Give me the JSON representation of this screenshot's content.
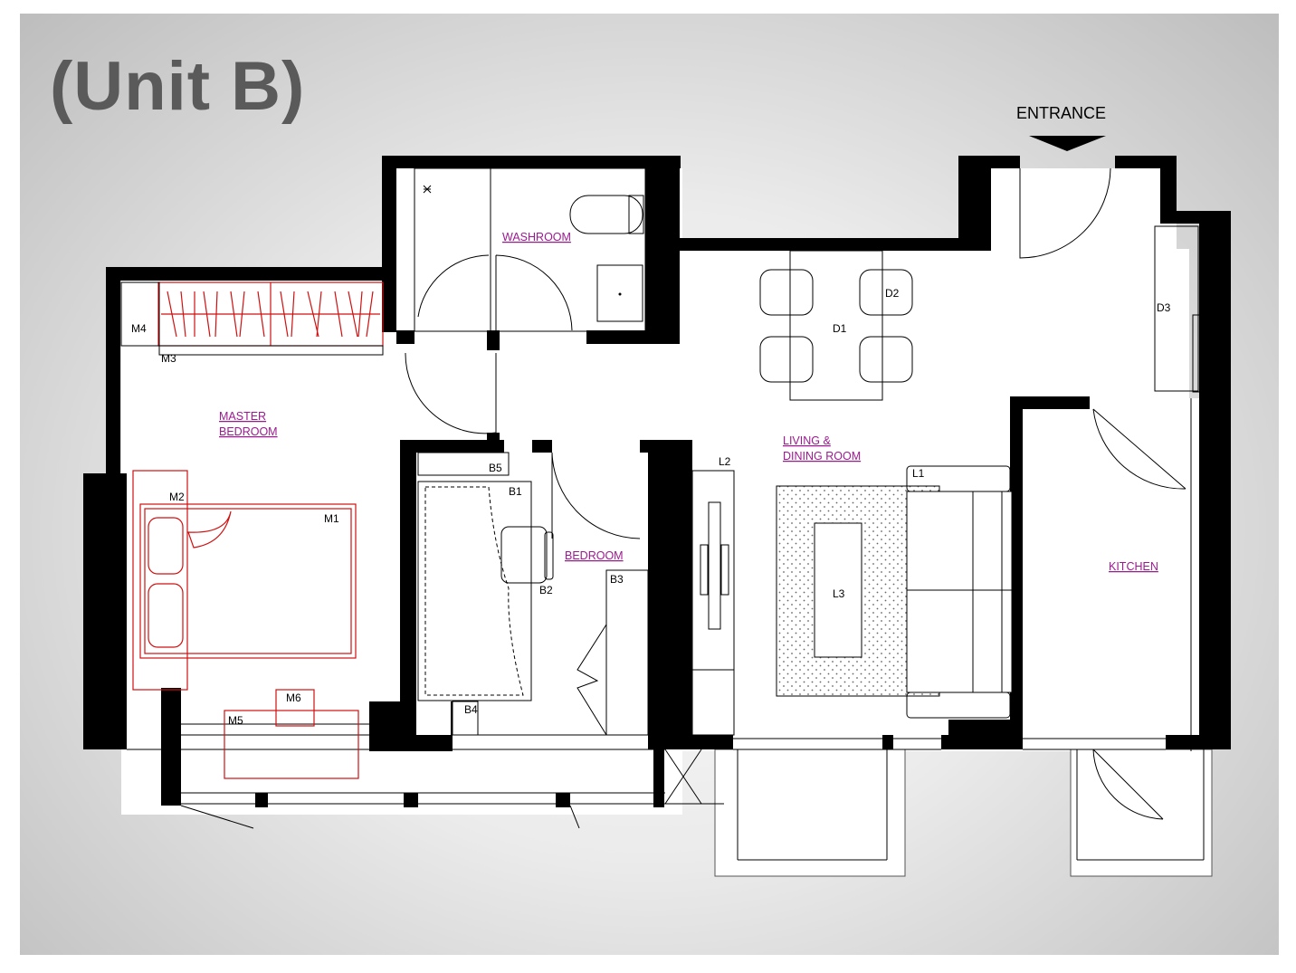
{
  "title": "(Unit B)",
  "entrance": "ENTRANCE",
  "rooms": {
    "washroom": "WASHROOM",
    "master_bedroom": [
      "MASTER",
      "BEDROOM"
    ],
    "bedroom": "BEDROOM",
    "living_dining": [
      "LIVING &",
      "DINING ROOM"
    ],
    "kitchen": "KITCHEN"
  },
  "furniture_labels": {
    "M1": "M1",
    "M2": "M2",
    "M3": "M3",
    "M4": "M4",
    "M5": "M5",
    "M6": "M6",
    "B1": "B1",
    "B2": "B2",
    "B3": "B3",
    "B4": "B4",
    "B5": "B5",
    "D1": "D1",
    "D2": "D2",
    "D3": "D3",
    "L1": "L1",
    "L2": "L2",
    "L3": "L3"
  },
  "colors": {
    "room_label": "#9b1a8f",
    "master_furniture": "#d01010",
    "walls": "#000000",
    "title": "#5a5a5a"
  }
}
